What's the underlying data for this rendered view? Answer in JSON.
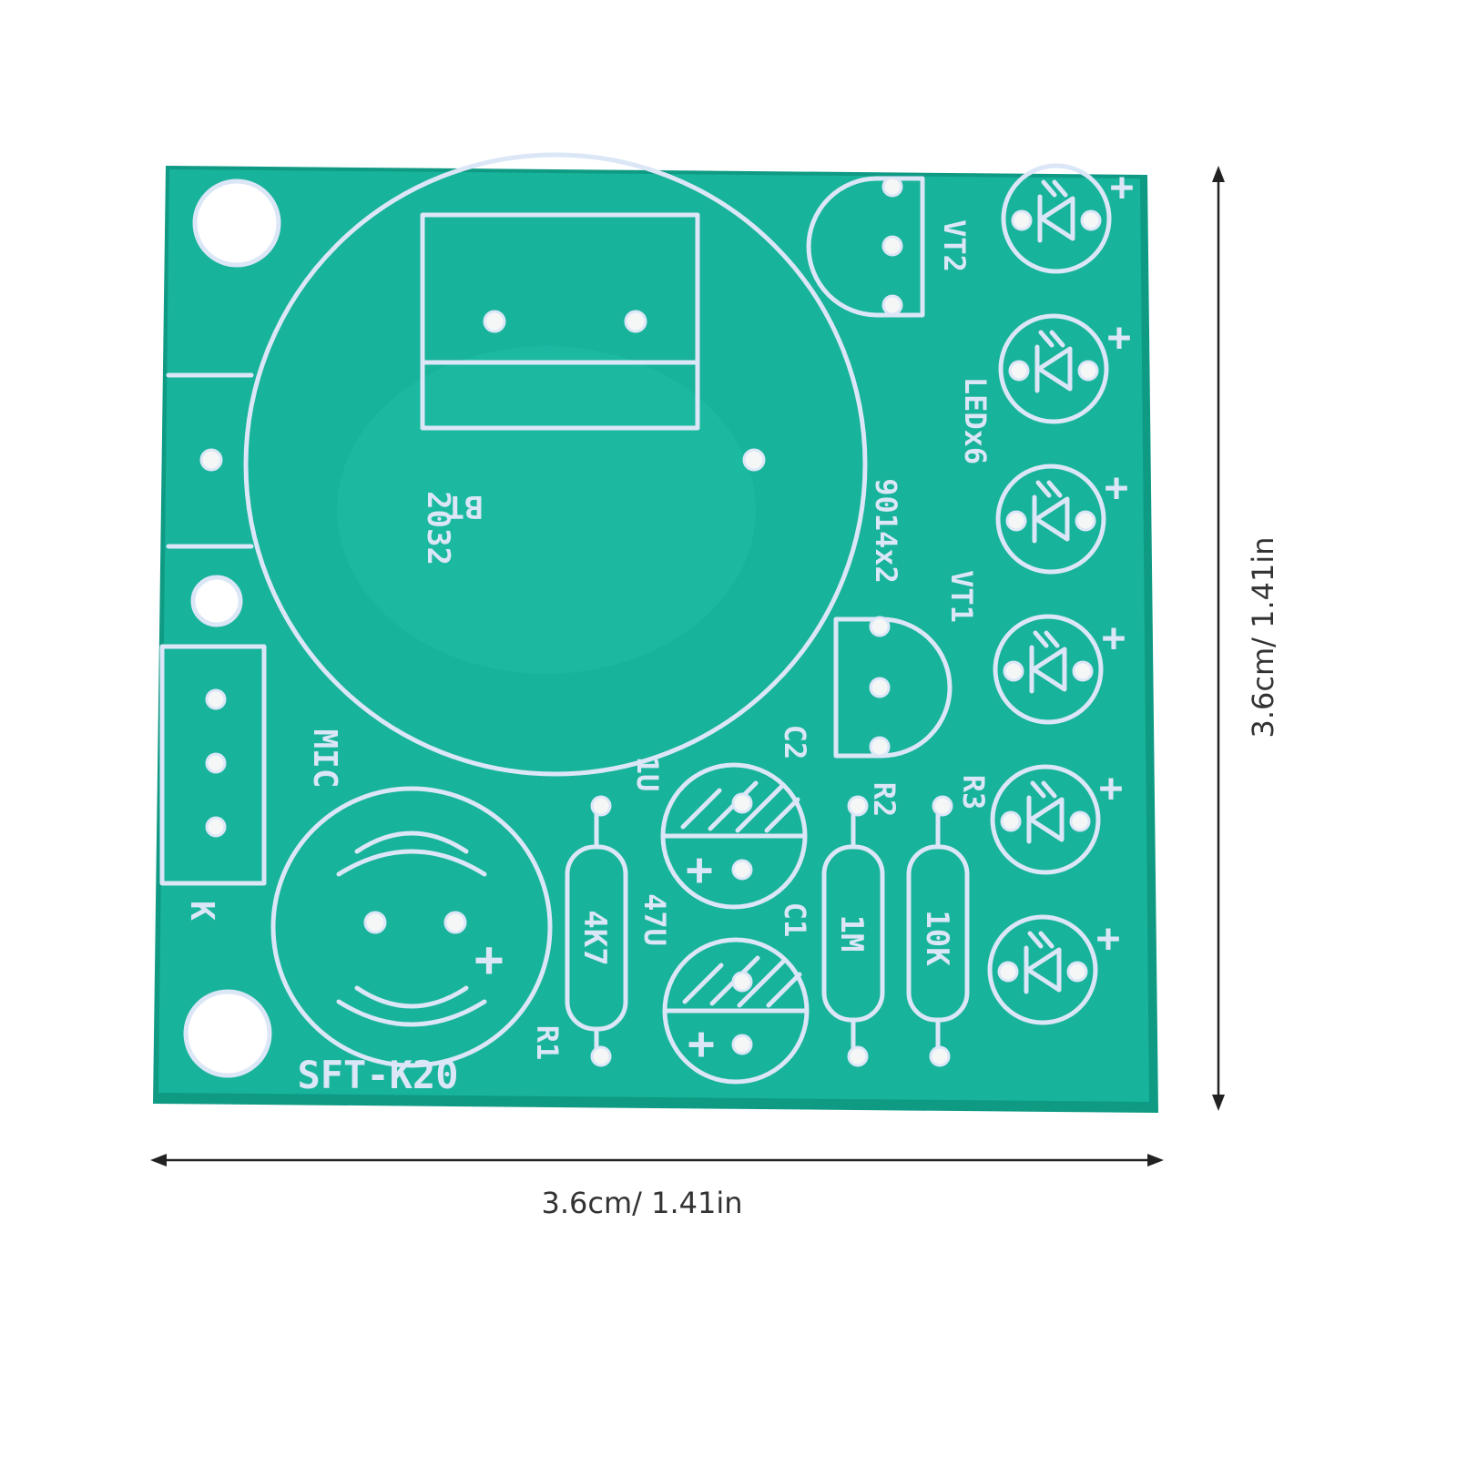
{
  "colors": {
    "board": "#17b39a",
    "board_edge": "#0f9a84",
    "silkscreen": "#dbe6f7",
    "dimension": "#222222"
  },
  "board": {
    "model": "SFT-K20",
    "labels": {
      "bt": "BT",
      "battery": "2032",
      "vt2": "VT2",
      "leds": "LEDx6",
      "transistors": "9014x2",
      "vt1": "VT1",
      "mic": "MIC",
      "k": "K",
      "c2": "C2",
      "c2_value": "1U",
      "c1": "C1",
      "c1_value": "47U",
      "r1": "R1",
      "r1_value": "4K7",
      "r2": "R2",
      "r2_value": "1M",
      "r3": "R3",
      "r3_value": "10K",
      "plus": "+"
    },
    "led_count": 6
  },
  "dimensions": {
    "width_label": "3.6cm/ 1.41in",
    "height_label": "3.6cm/ 1.41in"
  }
}
